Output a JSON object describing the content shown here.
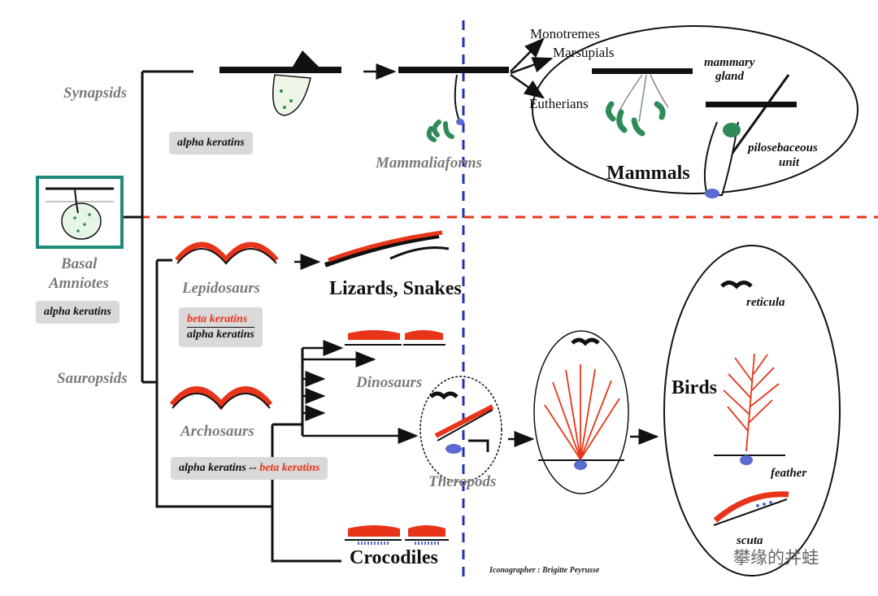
{
  "groups": {
    "synapsids": "Synapsids",
    "sauropsids": "Sauropsids",
    "basal_amniotes_line1": "Basal",
    "basal_amniotes_line2": "Amniotes",
    "mammaliaforms": "Mammaliaforms",
    "lepidosaurs": "Lepidosaurs",
    "archosaurs": "Archosaurs",
    "dinosaurs": "Dinosaurs",
    "theropods": "Theropods"
  },
  "taxa": {
    "mammals": "Mammals",
    "monotremes": "Monotremes",
    "marsupials": "Marsupials",
    "eutherians": "Eutherians",
    "lizards_snakes": "Lizards, Snakes",
    "crocodiles": "Crocodiles",
    "birds": "Birds"
  },
  "structures": {
    "mammary_gland_1": "mammary",
    "mammary_gland_2": "gland",
    "pilosebaceous_1": "pilosebaceous",
    "pilosebaceous_2": "unit",
    "reticula": "reticula",
    "feather": "feather",
    "scuta": "scuta"
  },
  "keratins": {
    "synapsid_badge": "alpha keratins",
    "basal_badge": "alpha keratins",
    "lepido_top": "beta keratins",
    "lepido_bottom": "alpha keratins",
    "archo_alpha": "alpha keratins --",
    "archo_beta": "beta keratins"
  },
  "credit": "Iconographer : Brigitte Peyrusse",
  "watermark": "攀缘的井蛙",
  "colors": {
    "beta_keratin_red": "#e8351a",
    "gland_green": "#2e8b57",
    "blue_dash": "#2233aa",
    "red_dash": "#e8351a",
    "box_teal": "#1f8a7a"
  }
}
